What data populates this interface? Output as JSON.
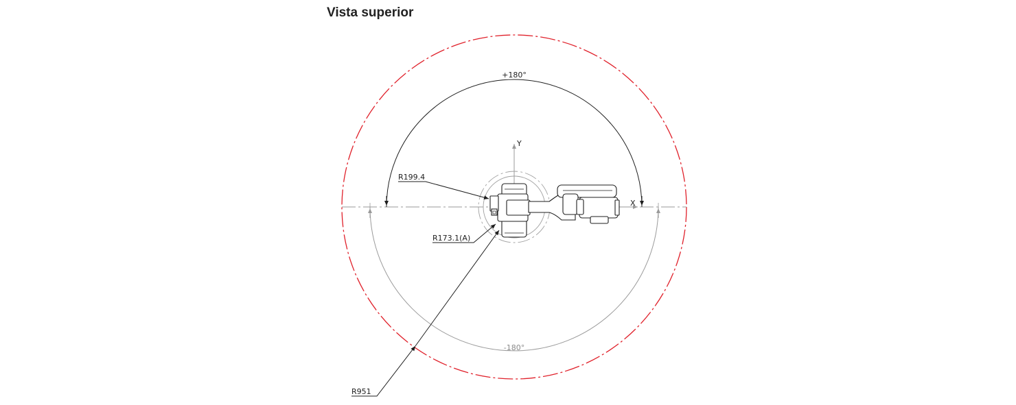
{
  "title": "Vista superior",
  "labels": {
    "plus_angle": "+180°",
    "minus_angle": "-180°",
    "axis_y": "Y",
    "axis_x": "X",
    "r_outer": "R951",
    "r_mid": "R199.4",
    "r_inner": "R173.1(A)"
  },
  "colors": {
    "boundary": "#e0202a",
    "line": "#1e1e1e",
    "guide": "#9a9a9a"
  }
}
